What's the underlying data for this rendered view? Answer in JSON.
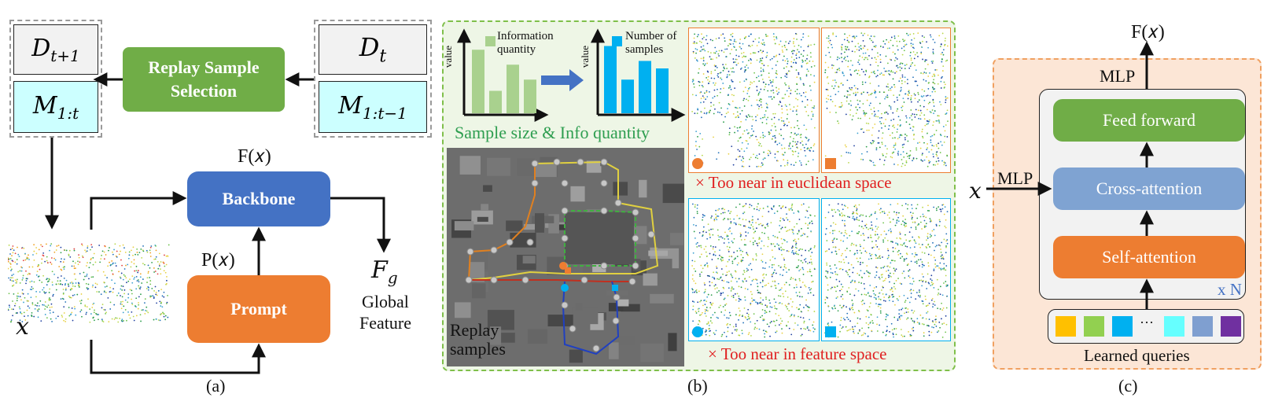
{
  "panel_a": {
    "d_t1": "D",
    "d_t1_sub": "t+1",
    "m_1t": "M",
    "m_1t_sub": "1:t",
    "d_t": "D",
    "d_t_sub": "t",
    "m_1t1": "M",
    "m_1t1_sub": "1:t−1",
    "replay_label": "Replay Sample Selection",
    "backbone_label": "Backbone",
    "prompt_label": "Prompt",
    "fx_label": "F(𝑥)",
    "px_label": "P(𝑥)",
    "fg_label": "F",
    "fg_sub": "g",
    "global_feature": "Global Feature",
    "x_label": "𝑥",
    "caption": "(a)",
    "colors": {
      "replay": "#70ad47",
      "backbone": "#4472c4",
      "prompt": "#ed7d31",
      "gray_box": "#f2f2f2",
      "cyan_box": "#ccffff"
    }
  },
  "panel_b": {
    "legend_info": "Information quantity",
    "legend_samples": "Number of samples",
    "axis_value": "value",
    "sample_info_label": "Sample size & Info quantity",
    "replay_samples": "Replay samples",
    "euclid_label": "× Too near in euclidean space",
    "feature_label": "× Too near in feature space",
    "caption": "(b)",
    "chart_left_bars": [
      0.85,
      0.3,
      0.65,
      0.45
    ],
    "chart_right_bars": [
      0.9,
      0.45,
      0.7,
      0.6
    ],
    "colors": {
      "info": "#a9d18e",
      "samples": "#00b0f0",
      "arrow": "#4472c4",
      "green_text": "#2e9e50",
      "red_text": "#e02020",
      "orange": "#ed7d31",
      "blue": "#00b0f0"
    }
  },
  "panel_c": {
    "fx_label": "F(𝑥)",
    "mlp_top": "MLP",
    "mlp_left": "MLP",
    "x_label": "𝑥",
    "feed_forward": "Feed forward",
    "cross_attention": "Cross-attention",
    "self_attention": "Self-attention",
    "xn_label": "x N",
    "ellipsis": "···",
    "learned_queries": "Learned queries",
    "caption": "(c)",
    "query_colors": [
      "#ffc000",
      "#92d050",
      "#00b0f0",
      "#66ffff",
      "#7f9fd0",
      "#7030a0"
    ],
    "colors": {
      "feed": "#70ad47",
      "cross": "#7fa3d2",
      "self": "#ed7d31",
      "xn": "#4472c4"
    }
  }
}
